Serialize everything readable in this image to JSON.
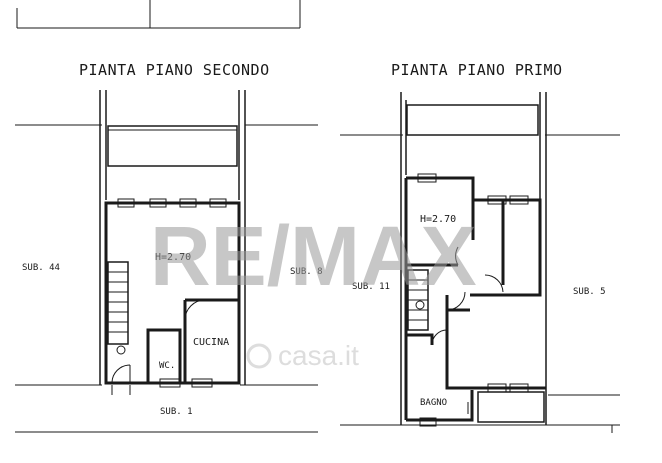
{
  "titles": {
    "second_floor": "PIANTA PIANO SECONDO",
    "first_floor": "PIANTA PIANO PRIMO"
  },
  "second_floor": {
    "height": "H=2.70",
    "kitchen": "CUCINA",
    "wc": "WC.",
    "sub_left": "SUB. 44",
    "sub_right": "SUB. 8",
    "sub_bottom": "SUB. 1"
  },
  "first_floor": {
    "height": "H=2.70",
    "bathroom": "BAGNO",
    "sub_left": "SUB. 11",
    "sub_right": "SUB. 5"
  },
  "watermark": {
    "brand": "RE/MAX",
    "portal": "casa.it"
  }
}
